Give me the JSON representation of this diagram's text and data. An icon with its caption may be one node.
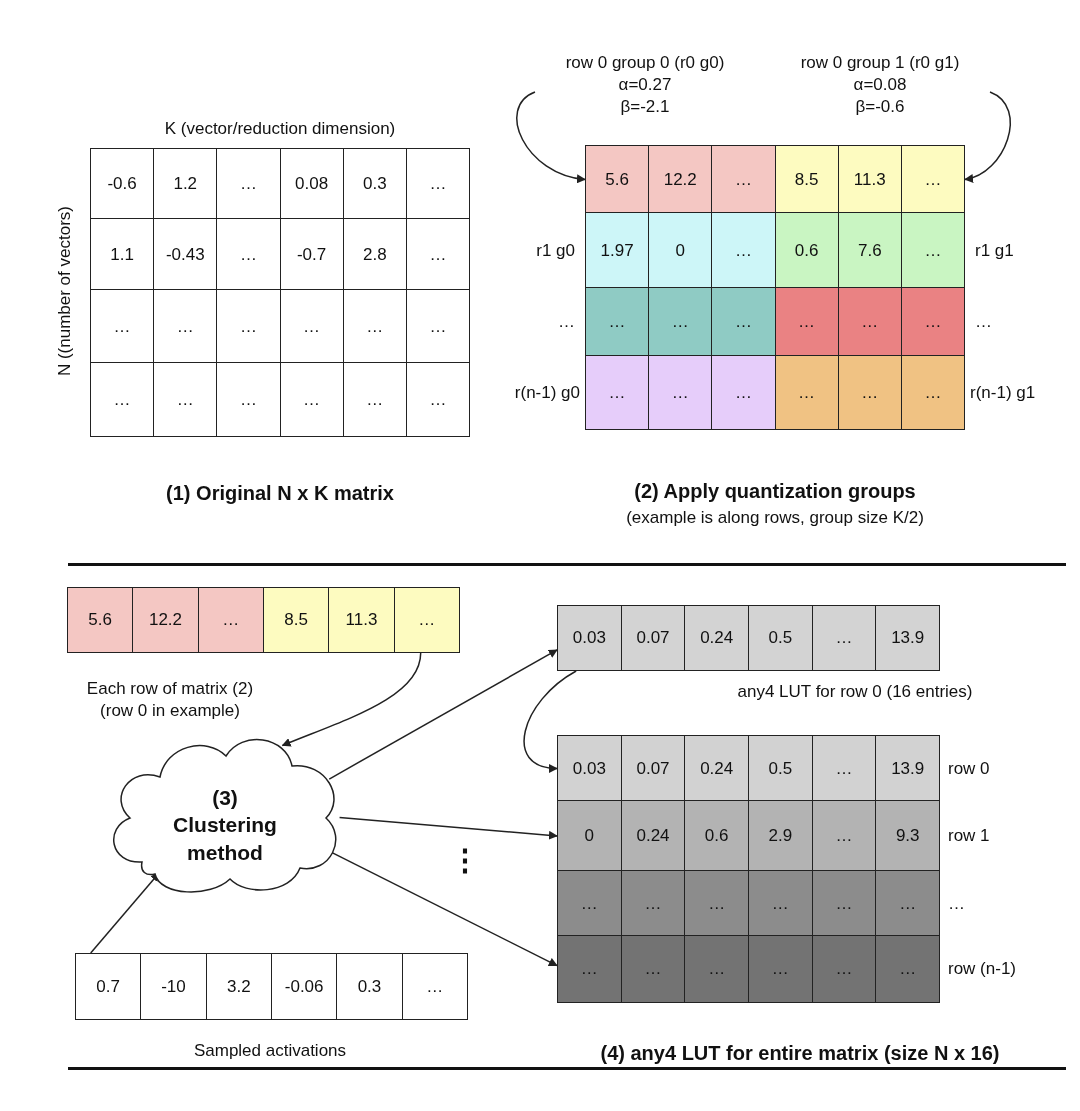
{
  "diagram": {
    "nodes": [
      {
        "text": [
          "row 0 group 0 (r0 g0)",
          "α=0.27",
          "β=-2.1"
        ]
      },
      {
        "text": [
          "row 0 group 1 (r0 g1)",
          "α=0.08",
          "β=-0.6"
        ]
      },
      {
        "text": [
          "-0.6",
          "1.2",
          "…",
          "0.08",
          "0.3",
          "…"
        ]
      },
      {
        "text": [
          "1.1",
          "-0.43",
          "…",
          "-0.7",
          "2.8",
          "…"
        ]
      },
      {
        "text": [
          "…",
          "…",
          "…",
          "…",
          "…",
          "…"
        ]
      },
      {
        "text": [
          "…",
          "…",
          "…",
          "…",
          "…",
          "…"
        ]
      },
      {
        "text": [
          "5.6",
          "12.2",
          "…",
          "8.5",
          "11.3",
          "…"
        ]
      },
      {
        "text": [
          "1.97",
          "0",
          "…",
          "0.6",
          "7.6",
          "…"
        ],
        "beside": [
          "r1 g0",
          "r1 g1"
        ]
      },
      {
        "text": [
          "…",
          "…",
          "…",
          "…",
          "…",
          "…"
        ],
        "beside": [
          "…",
          "…"
        ]
      },
      {
        "text": [
          "…",
          "…",
          "…",
          "…",
          "…",
          "…"
        ],
        "beside": [
          "r(n-1) g0",
          "r(n-1) g1"
        ]
      },
      {
        "text": [
          "5.6",
          "12.2",
          "…",
          "8.5",
          "11.3",
          "…"
        ]
      },
      {
        "text": [
          "0.03",
          "0.07",
          "0.24",
          "0.5",
          "…",
          "13.9"
        ],
        "beside": [
          "any4 LUT for row 0 (16 entries)"
        ]
      },
      {
        "text": [
          "(3) Clustering method"
        ]
      },
      {
        "text": [
          "0.03",
          "0.07",
          "0.24",
          "0.5",
          "…",
          "13.9"
        ],
        "beside": [
          "row 0"
        ]
      },
      {
        "text": [
          "0",
          "0.24",
          "0.6",
          "2.9",
          "…",
          "9.3"
        ],
        "beside": [
          "row 1"
        ]
      },
      {
        "text": [
          "…",
          "…",
          "…",
          "…",
          "…",
          "…"
        ],
        "beside": [
          "…"
        ]
      },
      {
        "text": [
          "…",
          "…",
          "…",
          "…",
          "…",
          "…"
        ],
        "beside": [
          "row (n-1)"
        ]
      },
      {
        "text": [
          "0.7",
          "-10",
          "3.2",
          "-0.06",
          "0.3",
          "…"
        ],
        "beside": [
          "Sampled activations"
        ]
      }
    ],
    "edges": [
      {
        "from": 0,
        "to": 6,
        "arrow": "to"
      },
      {
        "from": 1,
        "to": 6,
        "arrow": "to"
      },
      {
        "from": 10,
        "to": 12,
        "arrow": "to",
        "label": "Each row of matrix (2) (row 0 in example)"
      },
      {
        "from": 12,
        "to": 11,
        "arrow": "to"
      },
      {
        "from": 11,
        "to": 13,
        "arrow": "to"
      },
      {
        "from": 12,
        "to": 14,
        "arrow": "to"
      },
      {
        "from": 12,
        "to": 16,
        "arrow": "to"
      },
      {
        "from": 17,
        "to": 12,
        "arrow": "to"
      }
    ],
    "labels": [
      "K (vector/reduction dimension)",
      "N ((number of vectors)",
      "(1) Original N x K matrix",
      "(2) Apply quantization groups",
      "(example is along rows, group size K/2)",
      "⋮",
      "(4) any4 LUT for entire matrix (size N x 16)"
    ]
  }
}
